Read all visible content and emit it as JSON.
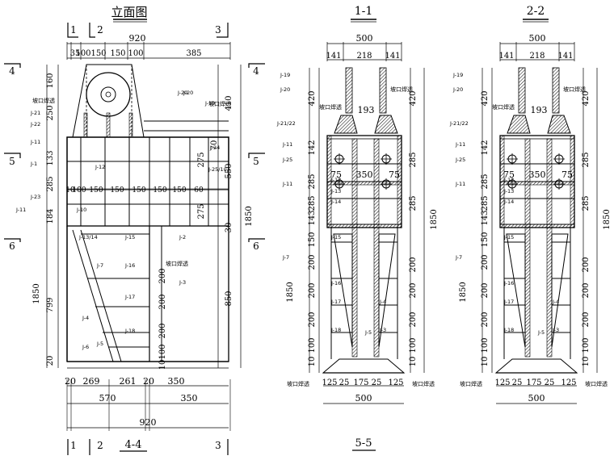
{
  "views": {
    "elevation": {
      "title": "立面图",
      "bottom_title": "4-4"
    },
    "section_1": {
      "title": "1-1"
    },
    "section_2": {
      "title": "2-2"
    },
    "bottom_section": {
      "title": "5-5"
    }
  },
  "markers": {
    "cut1": "1",
    "cut2": "2",
    "cut3": "3",
    "cut4": "4",
    "cut5": "5",
    "cut6": "6"
  },
  "elevation_dims": {
    "top_total": "920",
    "top_parts": [
      "35",
      "100",
      "150",
      "150",
      "100",
      "385"
    ],
    "mid_parts": [
      "10",
      "100",
      "150",
      "150",
      "150",
      "150",
      "150",
      "60"
    ],
    "bottom_parts": [
      "20",
      "269",
      "261",
      "20",
      "350"
    ],
    "bottom_sub": [
      "570",
      "350"
    ],
    "bottom_total": "920",
    "left_dims": [
      "160",
      "250",
      "133",
      "285",
      "184",
      "1850",
      "799",
      "20"
    ],
    "right_dims": [
      "410",
      "275",
      "550",
      "275",
      "30",
      "850",
      "1850",
      "200",
      "200",
      "200",
      "100",
      "10",
      "70"
    ],
    "labels": [
      "J-20",
      "J-19",
      "J-21",
      "J-22",
      "J-11",
      "J-12",
      "J-23",
      "J-11",
      "J-13/14",
      "J-15",
      "J-2",
      "J-7",
      "J-16",
      "J-3",
      "J-17",
      "J-4",
      "J-18",
      "J-5",
      "J-6",
      "J-1",
      "J-24",
      "J-25/10",
      "J-10",
      "J-20"
    ],
    "weld_note": "坡口焊透"
  },
  "section_dims": {
    "top_total": "500",
    "top_parts": [
      "141",
      "218",
      "141"
    ],
    "mid": [
      "75",
      "350",
      "75"
    ],
    "top_mid": "193",
    "left_dims": [
      "420",
      "142",
      "285",
      "285",
      "143",
      "150",
      "200",
      "200",
      "200",
      "100",
      "10",
      "1850"
    ],
    "right_dims": [
      "420",
      "285",
      "285",
      "200",
      "200",
      "200",
      "100",
      "10",
      "1850"
    ],
    "bottom_parts": [
      "125",
      "25",
      "175",
      "25",
      "125"
    ],
    "bottom_total": "500",
    "labels": [
      "J-19",
      "J-20",
      "J-21/22",
      "J-11",
      "J-25",
      "J-11",
      "J-7",
      "J-12",
      "J-13",
      "J-14",
      "J-15",
      "J-16",
      "J-17",
      "J-18",
      "J-5",
      "J-4",
      "J-3"
    ],
    "weld_note": "坡口焊透"
  }
}
